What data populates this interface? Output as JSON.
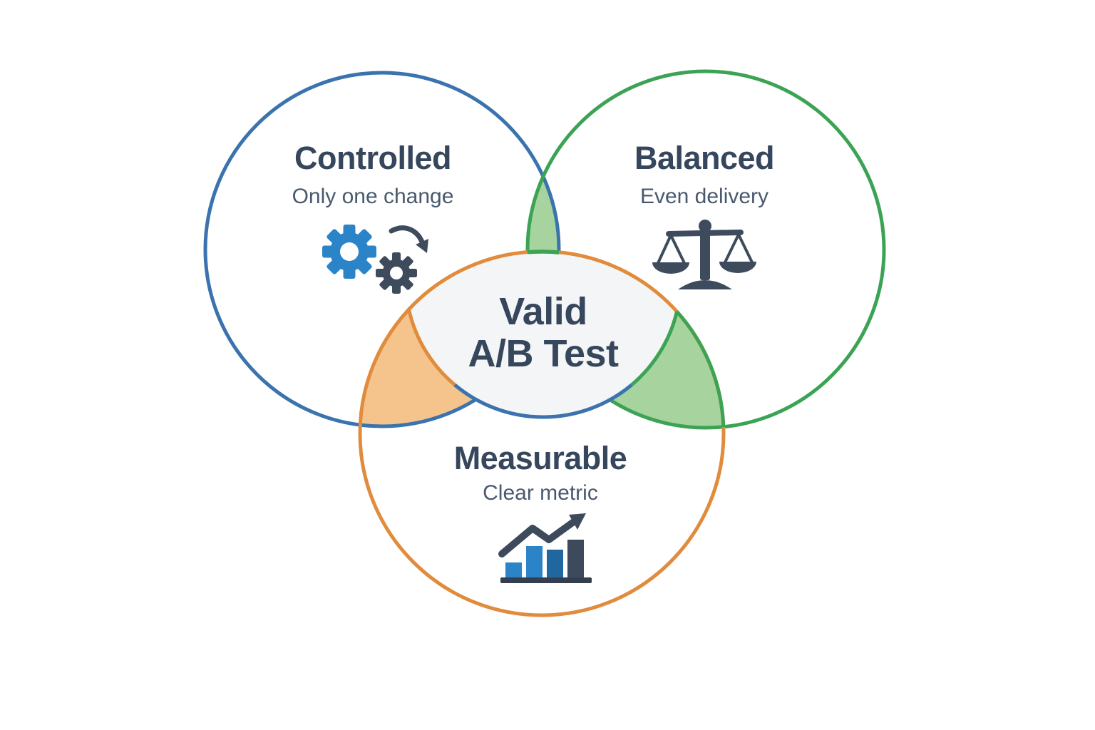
{
  "page": {
    "background": "#ffffff"
  },
  "venn": {
    "center": {
      "line1": "Valid",
      "line2": "A/B Test",
      "fill": "#f4f5f6",
      "text_color": "#36465c"
    },
    "sets": [
      {
        "label": "Controlled",
        "sublabel": "Only one change",
        "circle_color": "#3a73ae",
        "icon": "gears-icon"
      },
      {
        "label": "Balanced",
        "sublabel": "Even delivery",
        "circle_color": "#3ca355",
        "icon": "scales-icon"
      },
      {
        "label": "Measurable",
        "sublabel": "Clear metric",
        "circle_color": "#e18b3c",
        "icon": "bar-chart-icon"
      }
    ],
    "overlaps": {
      "controlled_balanced_fill": "#a6d39e",
      "balanced_measurable_fill": "#a6d39e",
      "controlled_measurable_fill": "#f4c48c"
    },
    "text_colors": {
      "heading": "#36465c",
      "subheading": "#49596d"
    },
    "icon_colors": {
      "dark_slate": "#3d4b5c",
      "blue": "#2b84c8",
      "steel_blue": "#20669f",
      "baseline": "#333f4f"
    }
  }
}
